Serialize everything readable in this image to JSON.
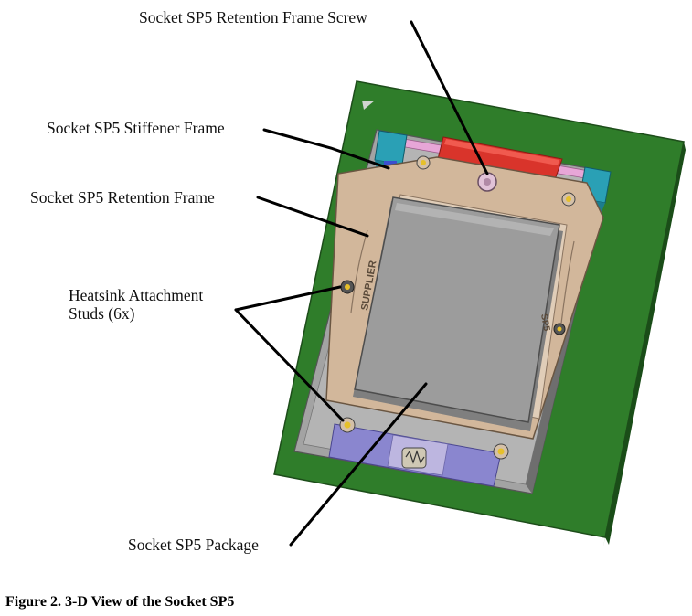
{
  "labels": {
    "screw": "Socket SP5 Retention Frame Screw",
    "stiffener": "Socket SP5 Stiffener Frame",
    "retention": "Socket SP5 Retention Frame",
    "studs_line1": "Heatsink Attachment",
    "studs_line2": "Studs (6x)",
    "package": "Socket SP5 Package"
  },
  "frame_text": {
    "supplier": "SUPPLIER",
    "sp5": "SP5"
  },
  "caption": "Figure 2.  3-D View of the Socket SP5",
  "colors": {
    "pcb": "#2f7d2a",
    "pcb_edge": "#1f5a1c",
    "retention_frame": "#d2b79b",
    "stiffener": "#9a9a9a",
    "package_lid": "#9c9c9c",
    "screw_bar": "#d9342b",
    "cyan_clip": "#2aa0b5",
    "purple_plate": "#8a86cf",
    "pink_strip": "#e7a6d7"
  }
}
